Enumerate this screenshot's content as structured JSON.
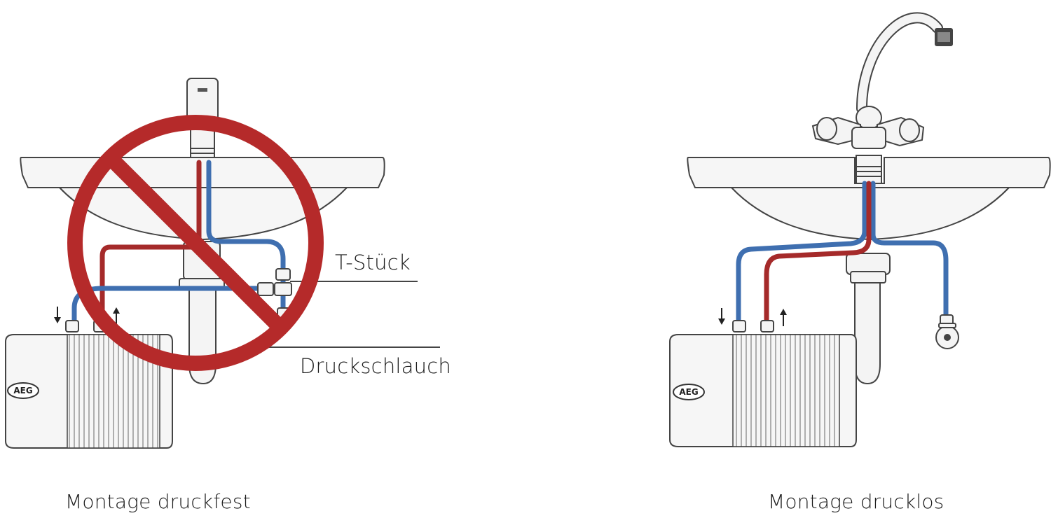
{
  "colors": {
    "hot_water": "#a52a2a",
    "cold_water": "#3f6fb0",
    "prohibition": "#b52a2a",
    "outline": "#444444",
    "fill": "#f4f4f4"
  },
  "left_panel": {
    "callout_t_piece": "T-Stück",
    "callout_pressure_hose": "Druckschlauch",
    "caption": "Montage druckfest",
    "heater_brand": "AEG",
    "status_icon": "prohibition-icon"
  },
  "right_panel": {
    "caption": "Montage drucklos",
    "heater_brand": "AEG"
  }
}
